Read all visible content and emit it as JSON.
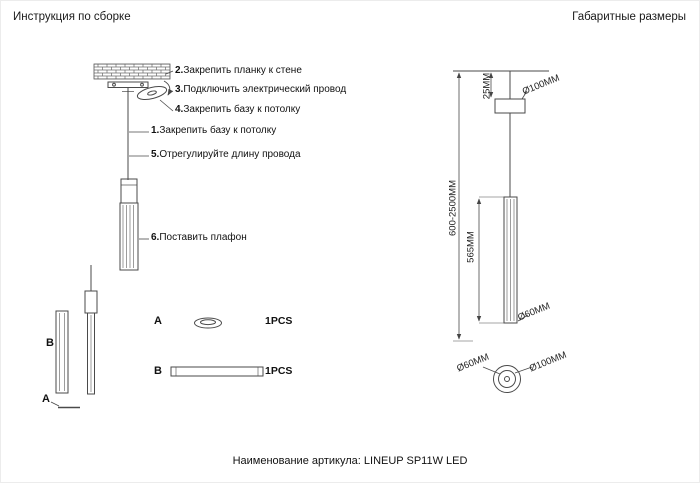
{
  "headers": {
    "assembly": "Инструкция по сборке",
    "dimensions": "Габаритные размеры"
  },
  "steps": [
    {
      "num": "2.",
      "text": "Закрепить планку к стене"
    },
    {
      "num": "3.",
      "text": "Подключить электрический провод"
    },
    {
      "num": "4.",
      "text": "Закрепить базу к потолку"
    },
    {
      "num": "1.",
      "text": "Закрепить базу к потолку"
    },
    {
      "num": "5.",
      "text": "Отрегулируйте длину провода"
    },
    {
      "num": "6.",
      "text": "Поставить плафон"
    }
  ],
  "parts_list": [
    {
      "label": "A",
      "qty": "1PCS"
    },
    {
      "label": "B",
      "qty": "1PCS"
    }
  ],
  "part_views": {
    "bar_label": "B",
    "ring_label": "A"
  },
  "dimensions": {
    "canopy_height": "25MM",
    "canopy_diameter": "Ø100MM",
    "overall_height": "600-2500MM",
    "shade_height": "565MM",
    "shade_diameter": "Ø60MM",
    "bottom_view_small": "Ø60MM",
    "bottom_view_large": "Ø100MM"
  },
  "footer": {
    "article": "Наименование артикула: LINEUP SP11W LED"
  }
}
